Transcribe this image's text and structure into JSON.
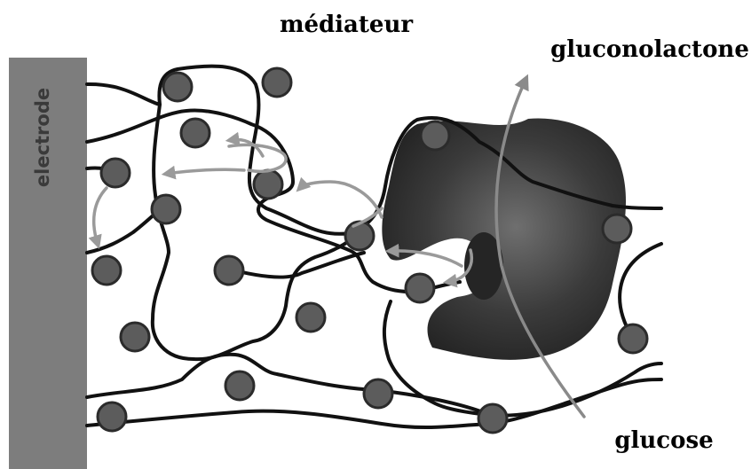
{
  "labels": {
    "mediator": "médiateur",
    "product": "gluconolactone",
    "substrate": "glucose",
    "electrode": "electrode"
  },
  "colors": {
    "background": "#ffffff",
    "electrode": "#7d7d7d",
    "electrode_text": "#3a3a3a",
    "polymer_chain": "#111111",
    "mediator_bead": "#5c5c5c",
    "enzyme": "#2e2e2e",
    "electron_arrow": "#9a9a9a",
    "substrate_arrow": "#8a8a8a"
  },
  "icons": {
    "mediator": "mediator-bead-icon",
    "enzyme": "enzyme-blob-icon"
  }
}
